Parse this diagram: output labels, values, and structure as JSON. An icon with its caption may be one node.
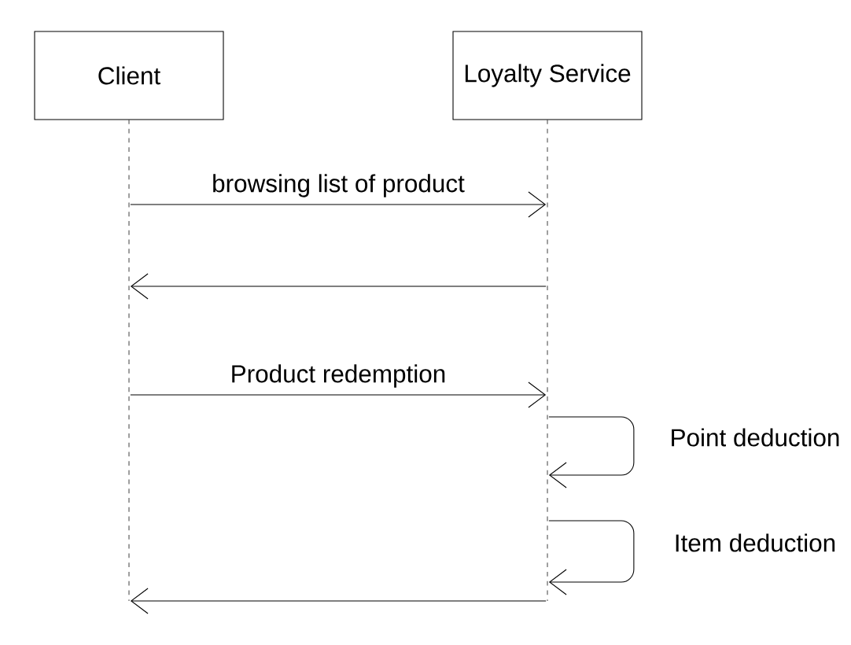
{
  "diagram": {
    "nodes": [
      {
        "text": [
          "Client"
        ]
      },
      {
        "text": [
          "Loyalty Service"
        ]
      },
      {
        "text": [],
        "shape": "line"
      },
      {
        "text": [],
        "shape": "line"
      }
    ],
    "edges": [
      {
        "from": 2,
        "to": 3,
        "arrow": "to",
        "label": "browsing list of product"
      },
      {
        "from": 3,
        "to": 2,
        "arrow": "to"
      },
      {
        "from": 2,
        "to": 3,
        "arrow": "to",
        "label": "Product redemption"
      },
      {
        "from": 3,
        "to": 3,
        "arrow": "to",
        "label": "Point deduction"
      },
      {
        "from": 3,
        "to": 3,
        "arrow": "to",
        "label": "Item deduction"
      },
      {
        "from": 3,
        "to": 2,
        "arrow": "to"
      }
    ]
  }
}
